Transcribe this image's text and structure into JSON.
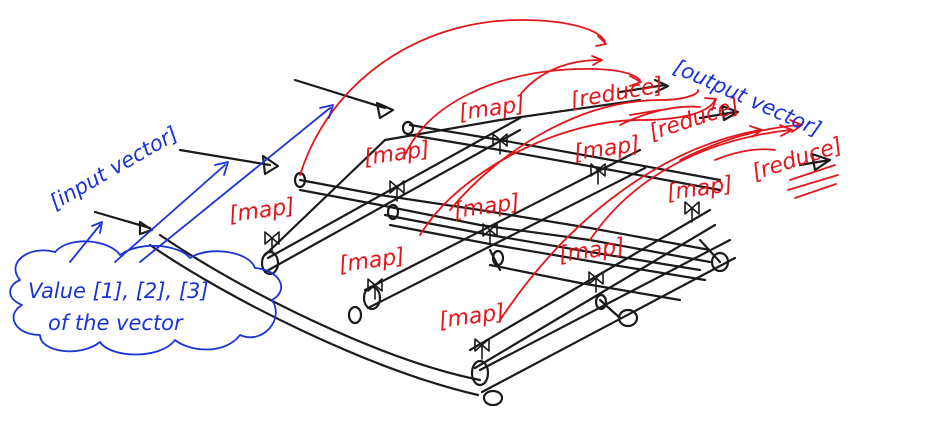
{
  "colors": {
    "ink_black": "#1a1a1a",
    "ink_red": "#e3161c",
    "ink_blue": "#1a33d6",
    "background": "#ffffff"
  },
  "labels": {
    "input_vector": "[input vector]",
    "output_vector": "[output vector]",
    "value_note_line1": "Value [1], [2], [3]",
    "value_note_line2": "of the vector",
    "map": "[map]",
    "reduce": "[reduce]"
  },
  "icons": [
    "arrowhead-icon",
    "valve-handle-icon",
    "pipe-end-icon"
  ]
}
